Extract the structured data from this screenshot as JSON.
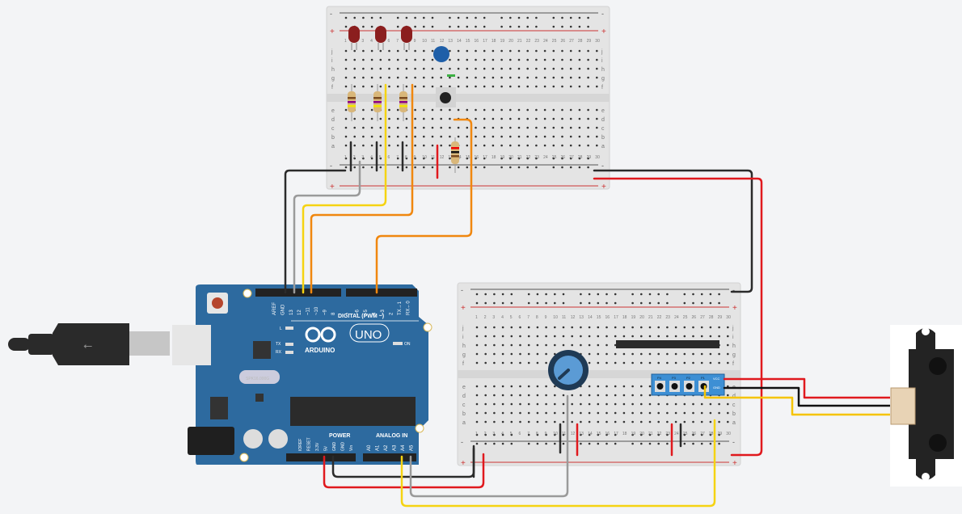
{
  "canvas": {
    "background": "#f3f4f6"
  },
  "breadboard_top": {
    "columns": 30,
    "row_labels_top": [
      "j",
      "i",
      "h",
      "g",
      "f"
    ],
    "row_labels_bottom": [
      "e",
      "d",
      "c",
      "b",
      "a"
    ],
    "rail_minus": "-",
    "rail_plus": "+"
  },
  "breadboard_bottom": {
    "columns": 30,
    "row_labels_top": [
      "j",
      "i",
      "h",
      "g",
      "f"
    ],
    "row_labels_bottom": [
      "e",
      "d",
      "c",
      "b",
      "a"
    ],
    "rail_minus": "-",
    "rail_plus": "+"
  },
  "arduino": {
    "brand": "ARDUINO",
    "model": "UNO",
    "digital_label": "DIGITAL (PWM ~)",
    "digital_pins_left": [
      "AREF",
      "GND",
      "13",
      "12",
      "~11",
      "~10",
      "~9",
      "8"
    ],
    "digital_pins_right": [
      "7",
      "~6",
      "~5",
      "4",
      "~3",
      "2",
      "TX→1",
      "RX←0"
    ],
    "power_label": "POWER",
    "power_pins": [
      "IOREF",
      "RESET",
      "3.3V",
      "5V",
      "GND",
      "GND",
      "Vin"
    ],
    "analog_label": "ANALOG IN",
    "analog_pins": [
      "A0",
      "A1",
      "A2",
      "A3",
      "A4",
      "A5"
    ],
    "led_labels": [
      "L",
      "TX",
      "RX",
      "ON"
    ],
    "crystal_text": "SPK16.000G"
  },
  "keypad_module": {
    "buttons": [
      "P4",
      "P3",
      "P2",
      "P1"
    ],
    "pins": [
      "VCC",
      "GND"
    ]
  },
  "components": {
    "leds": 3,
    "led_color": "#8b1e1e",
    "resistors": 4,
    "capacitor_color": "#1f5fa8",
    "pushbutton": 1,
    "potentiometer": 1,
    "ir_sensor": "Sharp IR distance sensor"
  },
  "wire_colors": {
    "black": "#2b2b2b",
    "red": "#e0191e",
    "yellow": "#f5d312",
    "orange": "#f0870f",
    "gray": "#9a9a9a",
    "green": "#3cb043"
  }
}
